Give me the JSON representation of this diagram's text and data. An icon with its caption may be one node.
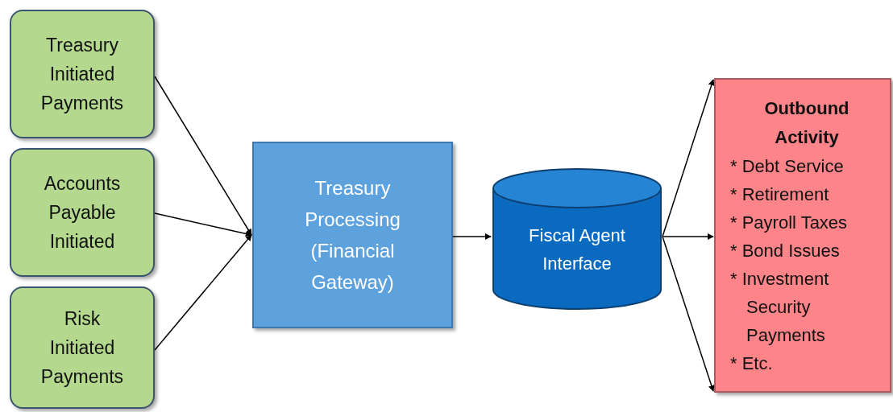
{
  "diagram": {
    "nodes": [
      {
        "text": [
          "Treasury Initiated Payments"
        ]
      },
      {
        "text": [
          "Accounts Payable Initiated"
        ]
      },
      {
        "text": [
          "Risk Initiated Payments"
        ]
      },
      {
        "text": [
          "Treasury Processing (Financial Gateway)"
        ]
      },
      {
        "text": [
          "Fiscal Agent Interface"
        ]
      },
      {
        "text": [
          "Outbound Activity",
          "* Debt Service",
          "* Retirement",
          "* Payroll Taxes",
          "* Bond Issues",
          "* Investment Security Payments",
          "* Etc."
        ]
      }
    ],
    "edges": [
      {
        "from": 0,
        "to": 3,
        "arrow": "to"
      },
      {
        "from": 1,
        "to": 3,
        "arrow": "to"
      },
      {
        "from": 2,
        "to": 3,
        "arrow": "to"
      },
      {
        "from": 3,
        "to": 4,
        "arrow": "to"
      },
      {
        "from": 4,
        "to": 5,
        "arrow": "to"
      },
      {
        "from": 4,
        "to": 5,
        "arrow": "to"
      },
      {
        "from": 4,
        "to": 5,
        "arrow": "to"
      }
    ]
  }
}
